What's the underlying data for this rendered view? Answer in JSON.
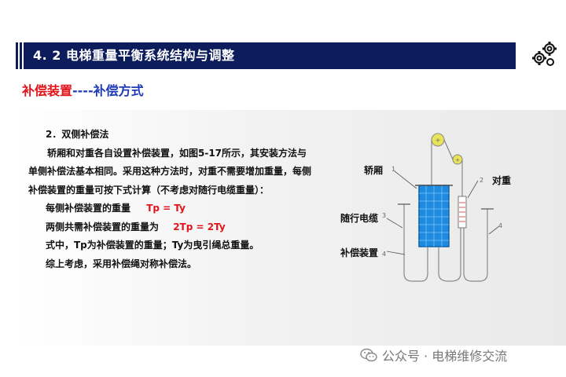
{
  "header": {
    "title": "4. 2  电梯重量平衡系统结构与调整",
    "bar_color": "#0d1d5c",
    "logo_icon": "gears-icon"
  },
  "subtitle": {
    "red_part": "补偿装置",
    "blue_part": "----补偿方式",
    "red_color": "#e1141c",
    "blue_color": "#1f3bb4"
  },
  "body": {
    "heading": "2．双侧补偿法",
    "paragraph1": "轿厢和对重各自设置补偿装置，如图5-17所示，其安装方法与单侧补偿法基本相同。采用这种方法时，对重不需要增加重量，每侧补偿装置的重量可按下式计算（不考虑对随行电缆重量）：",
    "each_side_label": "每侧补偿装置的重量",
    "each_side_formula": "Tp = Ty",
    "both_side_label": "两侧共需补偿装置的重量为",
    "both_side_formula": "2Tp = 2Ty",
    "explain": "式中，Tp为补偿装置的重量；Ty为曳引绳总重量。",
    "conclusion": "综上考虑，采用补偿绳对称补偿法。"
  },
  "diagram": {
    "label_car": "轿厢",
    "label_counterweight": "对重",
    "label_cable": "随行电缆",
    "label_compensation": "补偿装置",
    "num1": "1",
    "num2": "2",
    "num3": "3",
    "num4a": "4",
    "num4b": "4",
    "car_color": "#1e8be0",
    "sheave_color": "#e8e35a"
  },
  "watermark": {
    "text": "公众号 · 电梯维修交流",
    "icon": "wechat-icon"
  }
}
